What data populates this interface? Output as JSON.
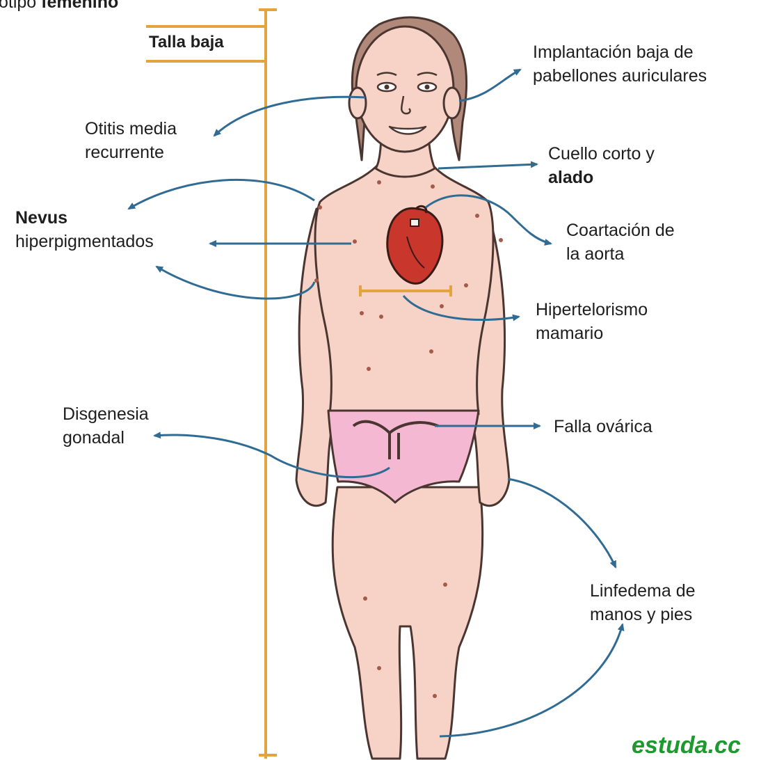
{
  "diagram": {
    "top_label_prefix": "otipo",
    "top_label_bold": "femenino",
    "height_label": "Talla baja",
    "labels": {
      "implantacion_line1": "Implantación baja de",
      "implantacion_line2": "pabellones auriculares",
      "otitis_line1": "Otitis media",
      "otitis_line2": "recurrente",
      "cuello_line1": "Cuello corto y",
      "cuello_line2": "alado",
      "nevus_line1": "Nevus",
      "nevus_line2": "hiperpigmentados",
      "coartacion_line1": "Coartación de",
      "coartacion_line2": "la aorta",
      "hipertelorismo_line1": "Hipertelorismo",
      "hipertelorismo_line2": "mamario",
      "disgenesia_line1": "Disgenesia",
      "disgenesia_line2": "gonadal",
      "falla": "Falla ovárica",
      "linfedema_line1": "Linfedema de",
      "linfedema_line2": "manos y pies"
    },
    "watermark": "estuda.cc",
    "colors": {
      "ruler": "#e3a43f",
      "arrow": "#2f6b93",
      "skin": "#f6d3c6",
      "skin_outline": "#4a3530",
      "heart": "#c8362c",
      "underwear": "#f4b8d3",
      "watermark": "#1d9a2e"
    }
  }
}
